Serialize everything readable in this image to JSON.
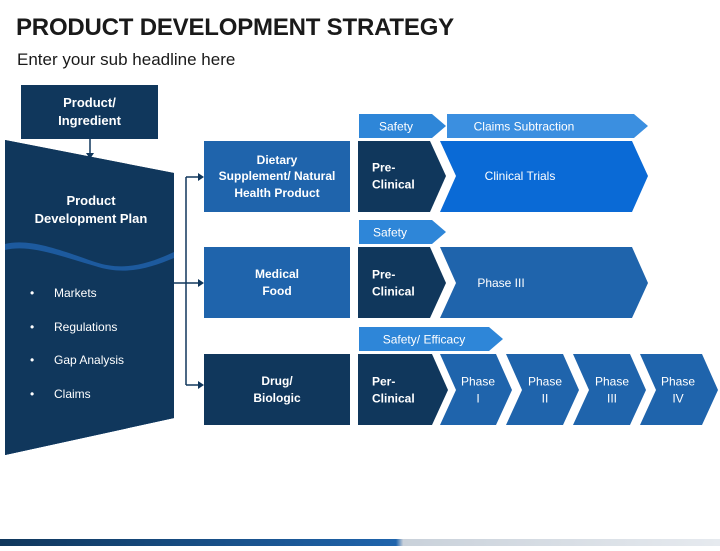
{
  "header": {
    "title": "PRODUCT DEVELOPMENT STRATEGY",
    "subtitle": "Enter your sub headline here"
  },
  "source": {
    "label": "Product/\nIngredient"
  },
  "plan": {
    "title": "Product\nDevelopment Plan",
    "bullets": [
      "Markets",
      "Regulations",
      "Gap Analysis",
      "Claims"
    ]
  },
  "rows": [
    {
      "category": "Dietary\nSupplement/ Natural\nHealth Product",
      "banners": [
        "Safety",
        "Claims Subtraction"
      ],
      "stages": [
        "Pre-\nClinical",
        "Clinical Trials"
      ]
    },
    {
      "category": "Medical\nFood",
      "banners": [
        "Safety"
      ],
      "stages": [
        "Pre-\nClinical",
        "Phase III"
      ]
    },
    {
      "category": "Drug/\nBiologic",
      "banners": [
        "Safety/ Efficacy"
      ],
      "stages": [
        "Per-\nClinical",
        "Phase\nI",
        "Phase\nII",
        "Phase\nIII",
        "Phase\nIV"
      ]
    }
  ],
  "colors": {
    "navy": "#10375c",
    "blue": "#1f64ac",
    "bright_blue": "#0a6ad6",
    "banner_blue": "#2e86d8",
    "banner_light": "#3b8fe0",
    "grey": "#c9d1da"
  }
}
